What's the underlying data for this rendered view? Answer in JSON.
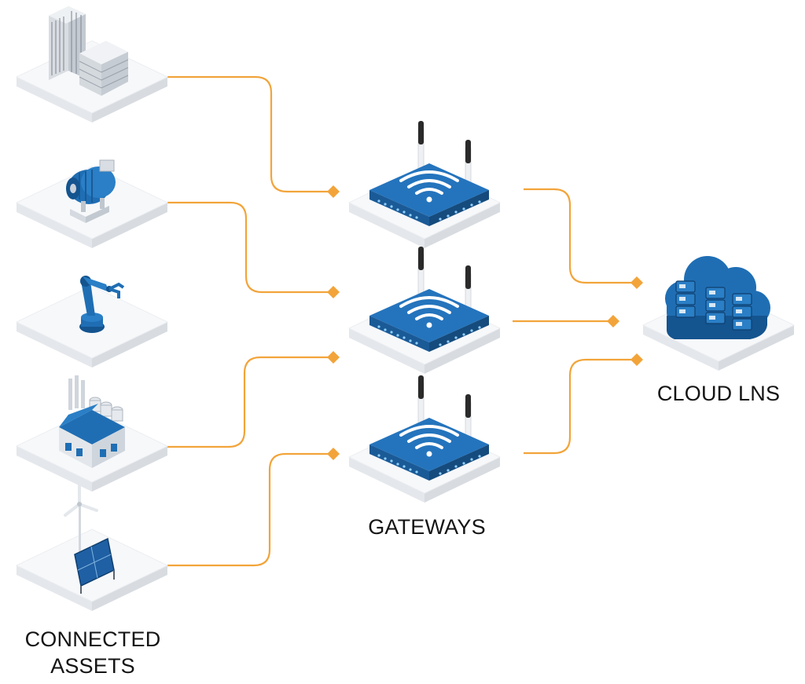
{
  "colors": {
    "connector": "#f2a43a",
    "device_blue": "#1f6eb4",
    "device_blue_dark": "#144f86",
    "tile_top": "#f7f8fa",
    "tile_side": "#e3e6ea"
  },
  "sections": {
    "assets": {
      "label_lines": [
        "CONNECTED",
        "ASSETS"
      ],
      "items": [
        {
          "name": "office-buildings",
          "icon": "office-building-icon"
        },
        {
          "name": "electric-motor",
          "icon": "motor-icon"
        },
        {
          "name": "robotic-arm",
          "icon": "robot-arm-icon"
        },
        {
          "name": "factory",
          "icon": "factory-icon"
        },
        {
          "name": "wind-and-solar",
          "icon": "renewable-energy-icon"
        }
      ]
    },
    "gateways": {
      "label": "GATEWAYS",
      "items": [
        {
          "name": "gateway-1",
          "icon": "router-icon"
        },
        {
          "name": "gateway-2",
          "icon": "router-icon"
        },
        {
          "name": "gateway-3",
          "icon": "router-icon"
        }
      ]
    },
    "cloud": {
      "label": "CLOUD LNS",
      "icon": "cloud-server-icon"
    }
  },
  "links": [
    {
      "from": "office-buildings",
      "to": "gateway-1"
    },
    {
      "from": "electric-motor",
      "to": "gateway-2"
    },
    {
      "from": "factory",
      "to": "gateway-2"
    },
    {
      "from": "wind-and-solar",
      "to": "gateway-3"
    },
    {
      "from": "gateway-1",
      "to": "cloud"
    },
    {
      "from": "gateway-2",
      "to": "cloud"
    },
    {
      "from": "gateway-3",
      "to": "cloud"
    }
  ]
}
